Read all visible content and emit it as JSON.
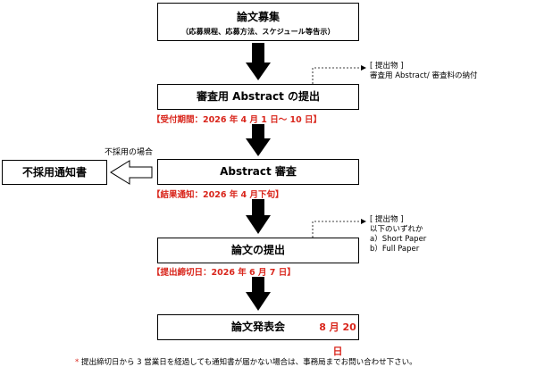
{
  "steps": {
    "recruit": {
      "title": "論文募集",
      "subtitle": "（応募規程、応募方法、スケジュール等告示）"
    },
    "abstract_submit": {
      "title": "審査用 Abstract の提出",
      "period": "【受付期間：2026 年 4 月 1 日〜 10 日】"
    },
    "review": {
      "title": "Abstract 審査",
      "notice": "【結果通知：2026 年 4 月下旬】"
    },
    "paper_submit": {
      "title": "論文の提出",
      "deadline": "【提出締切日：2026 年 6 月 7 日】"
    },
    "presentation": {
      "title": "論文発表会",
      "date": "8 月 20 日"
    }
  },
  "rejection": {
    "label": "不採用の場合",
    "box": "不採用通知書"
  },
  "notes": {
    "abstract": {
      "line1": "[ 提出物 ]",
      "line2": "審査用 Abstract/ 審査料の納付"
    },
    "paper": {
      "line1": "[ 提出物 ]",
      "line2": "以下のいずれか",
      "line3": "a）Short Paper",
      "line4": "b）Full Paper"
    }
  },
  "footnote": {
    "star": "*",
    "text": " 提出締切日から 3 営業日を経過しても通知書が届かない場合は、事務局までお問い合わせ下さい。"
  },
  "colors": {
    "accent": "#d9261c"
  }
}
